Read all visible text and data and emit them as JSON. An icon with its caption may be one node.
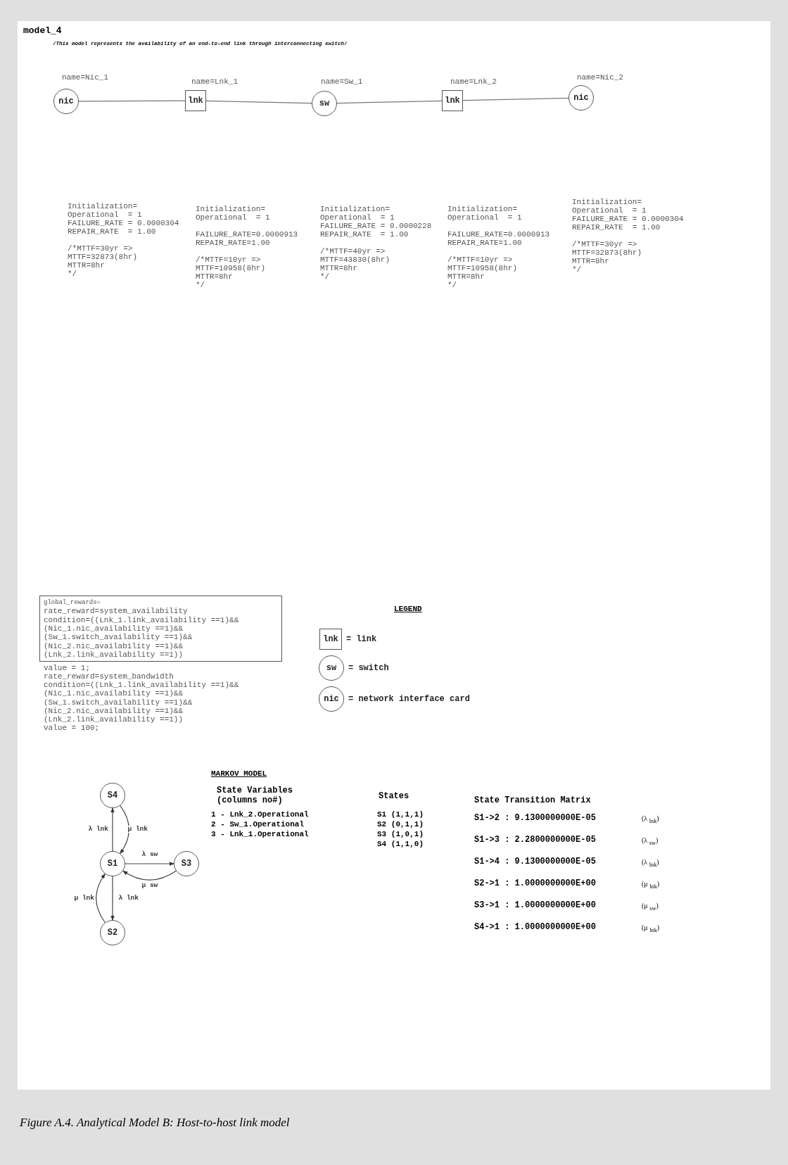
{
  "diagram": {
    "title": "model_4",
    "caption": "Figure A.4. Analytical Model B: Host-to-host link model",
    "nodes": [
      {
        "text": [
          "nic"
        ],
        "beside": [
          "name=Nic_1",
          "Initialization=",
          "Operational  = 1",
          "FAILURE_RATE = 0.0000304",
          "REPAIR_RATE  = 1.00",
          "/*MTTF=30yr =>",
          "MTTF=32873(8hr)",
          "MTTR=8hr",
          "*/"
        ]
      },
      {
        "text": [
          "lnk"
        ],
        "beside": [
          "name=Lnk_1",
          "Initialization=",
          "Operational  = 1",
          "FAILURE_RATE=0.0000913",
          "REPAIR_RATE=1.00",
          "/*MTTF=10yr =>",
          "MTTF=10958(8hr)",
          "MTTR=8hr",
          "*/"
        ]
      },
      {
        "text": [
          "sw"
        ],
        "beside": [
          "name=Sw_1",
          "Initialization=",
          "Operational  = 1",
          "FAILURE_RATE = 0.0000228",
          "REPAIR_RATE  = 1.00",
          "/*MTTF=40yr =>",
          "MTTF=43830(8hr)",
          "MTTR=8hr",
          "*/"
        ]
      },
      {
        "text": [
          "lnk"
        ],
        "beside": [
          "name=Lnk_2",
          "Initialization=",
          "Operational  = 1",
          "FAILURE_RATE=0.0000913",
          "REPAIR_RATE=1.00",
          "/*MTTF=10yr =>",
          "MTTF=10958(8hr)",
          "MTTR=8hr",
          "*/"
        ]
      },
      {
        "text": [
          "nic"
        ],
        "beside": [
          "name=Nic_2",
          "Initialization=",
          "Operational  = 1",
          "FAILURE_RATE = 0.0000304",
          "REPAIR_RATE  = 1.00",
          "/*MTTF=30yr =>",
          "MTTF=32873(8hr)",
          "MTTR=8hr",
          "*/"
        ]
      },
      {
        "text": [
          "global_rewards=",
          "rate_reward=system_availability",
          "condition=((Lnk_1.link_availability ==1)&&",
          "(Nic_1.nic_availability ==1)&&",
          "(Sw_1.switch_availability ==1)&&",
          "(Nic_2.nic_availability ==1)&&",
          "(Lnk_2.link_availability ==1))"
        ]
      },
      {
        "text": [
          "lnk"
        ],
        "beside": [
          "= link"
        ]
      },
      {
        "text": [
          "sw"
        ],
        "beside": [
          "= switch"
        ]
      },
      {
        "text": [
          "nic"
        ],
        "beside": [
          "= network interface card"
        ]
      },
      {
        "text": [
          "S4"
        ]
      },
      {
        "text": [
          "S1"
        ]
      },
      {
        "text": [
          "S3"
        ]
      },
      {
        "text": [
          "S2"
        ]
      }
    ],
    "edges": [
      {
        "from": 0,
        "to": 1,
        "arrow": "none"
      },
      {
        "from": 1,
        "to": 2,
        "arrow": "none"
      },
      {
        "from": 2,
        "to": 3,
        "arrow": "none"
      },
      {
        "from": 3,
        "to": 4,
        "arrow": "none"
      },
      {
        "from": 10,
        "to": 9,
        "arrow": "to",
        "label": "λ lnk"
      },
      {
        "from": 9,
        "to": 10,
        "arrow": "to",
        "label": "μ lnk"
      },
      {
        "from": 10,
        "to": 11,
        "arrow": "to",
        "label": "λ sw"
      },
      {
        "from": 11,
        "to": 10,
        "arrow": "to",
        "label": "μ sw"
      },
      {
        "from": 10,
        "to": 12,
        "arrow": "to",
        "label": "λ lnk"
      },
      {
        "from": 12,
        "to": 10,
        "arrow": "to",
        "label": "μ lnk"
      }
    ],
    "labels": [
      "/*This model represents the availability of an end-to-end link through interconnecting switch*/",
      "value = 1;",
      "rate_reward=system_bandwidth",
      "condition=((Lnk_1.link_availability ==1)&&",
      "(Nic_1.nic_availability ==1)&&",
      "(Sw_1.switch_availability ==1)&&",
      "(Nic_2.nic_availability ==1)&&",
      "(Lnk_2.link_availability ==1))",
      "value = 100;",
      "LEGEND",
      "MARKOV MODEL",
      "State Variables",
      "(columns no#)",
      "1 - Lnk_2.Operational",
      "2 - Sw_1.Operational",
      "3 - Lnk_1.Operational",
      "States",
      "S1 (1,1,1)",
      "S2 (0,1,1)",
      "S3 (1,0,1)",
      "S4 (1,1,0)",
      "State Transition Matrix",
      "S1->2 : 9.1300000000E-05",
      "(λ $_{lnk}$)",
      "S1->3 : 2.2800000000E-05",
      "(λ $_{sw}$)",
      "S1->4 : 9.1300000000E-05",
      "(λ $_{lnk}$)",
      "S2->1 : 1.0000000000E+00",
      "(μ $_{lnk}$)",
      "S3->1 : 1.0000000000E+00",
      "(μ $_{sw}$)",
      "S4->1 : 1.0000000000E+00",
      "(μ $_{lnk}$)"
    ]
  }
}
